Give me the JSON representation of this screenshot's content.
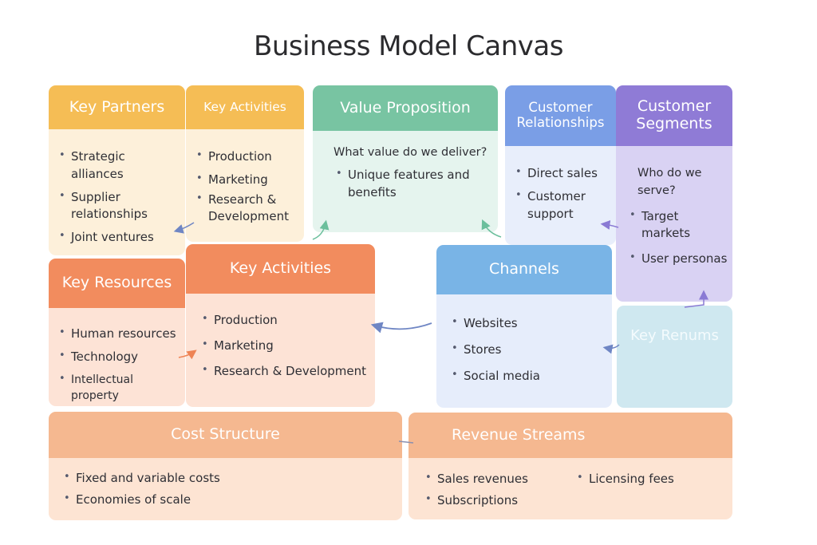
{
  "title": "Business Model Canvas",
  "colors": {
    "yellow_header": "#f5bd55",
    "yellow_body": "#fdf0da",
    "green_header": "#78c4a2",
    "green_body": "#e5f4ee",
    "blue_header": "#7a9ee6",
    "blue_body": "#e8eefb",
    "purple_header": "#8f7bd6",
    "purple_body": "#d9d2f3",
    "orange_header": "#f28c5e",
    "orange_body": "#fde3d6",
    "sky_header": "#79b4e6",
    "sky_body": "#e6edfb",
    "teal_body": "#cfe8f0",
    "peach_header": "#f5b890",
    "peach_body": "#fde4d3"
  },
  "blocks": {
    "key_partners": {
      "title": "Key Partners",
      "items": [
        "Strategic alliances",
        "Supplier relationships",
        "Joint ventures"
      ]
    },
    "key_activities_top": {
      "title": "Key Activities",
      "items": [
        "Production",
        "Marketing",
        "Research & Development"
      ]
    },
    "value_proposition": {
      "title": "Value Proposition",
      "question": "What value do we deliver?",
      "items": [
        "Unique features and benefits"
      ]
    },
    "customer_relationships": {
      "title": "Customer Relationships",
      "items": [
        "Direct sales",
        "Customer support"
      ]
    },
    "customer_segments": {
      "title": "Customer Segments",
      "question": "Who do we serve?",
      "items": [
        "Target markets",
        "User personas"
      ]
    },
    "key_resources": {
      "title": "Key Resources",
      "items": [
        "Human resources",
        "Technology",
        "Intellectual property"
      ]
    },
    "key_activities_main": {
      "title": "Key Activities",
      "items": [
        "Production",
        "Marketing",
        "Research & Development"
      ]
    },
    "channels": {
      "title": "Channels",
      "items": [
        "Websites",
        "Stores",
        "Social media"
      ]
    },
    "key_renums": {
      "title": "Key Renums"
    },
    "cost_structure": {
      "title": "Cost Structure",
      "items": [
        "Fixed and variable costs",
        "Economies of scale"
      ]
    },
    "revenue_streams": {
      "title": "Revenue Streams",
      "items_col1": [
        "Sales revenues",
        "Subscriptions"
      ],
      "items_col2": [
        "Licensing fees"
      ]
    }
  }
}
